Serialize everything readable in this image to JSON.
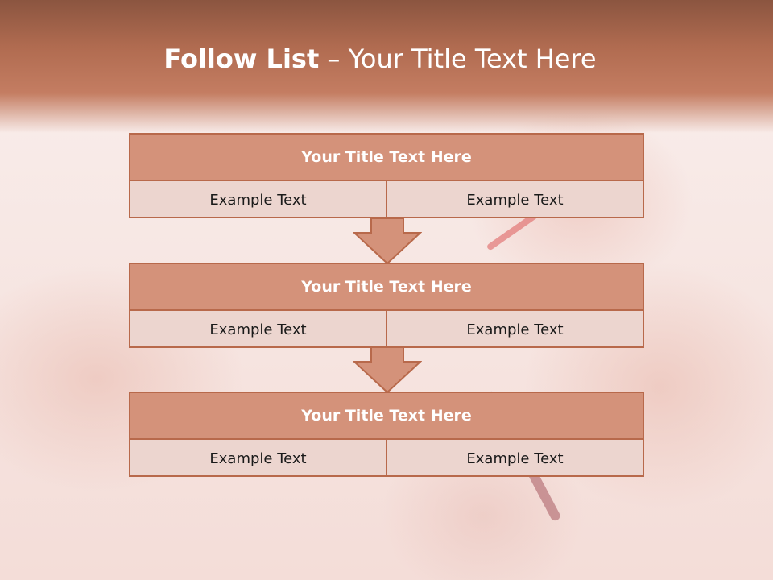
{
  "slide": {
    "title_bold": "Follow List",
    "title_rest": " – Your Title Text Here"
  },
  "steps": [
    {
      "title": "Your Title Text Here",
      "left": "Example Text",
      "right": "Example Text"
    },
    {
      "title": "Your Title Text Here",
      "left": "Example Text",
      "right": "Example Text"
    },
    {
      "title": "Your Title Text Here",
      "left": "Example Text",
      "right": "Example Text"
    }
  ],
  "colors": {
    "header": "#b06b50",
    "box_head": "#d4927a",
    "box_border": "#b8694b",
    "box_body": "#ecd5cf"
  }
}
